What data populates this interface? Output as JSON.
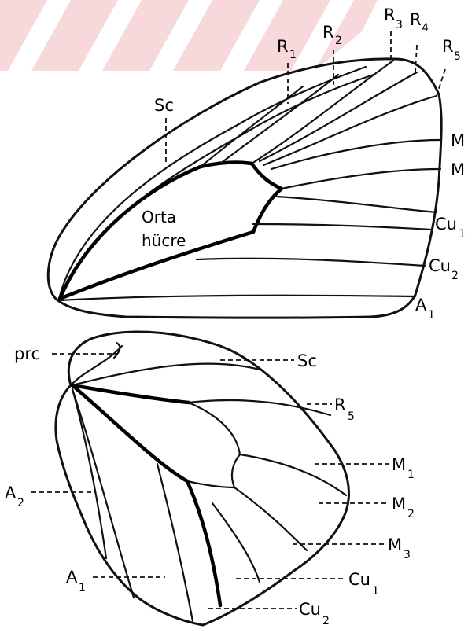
{
  "forewing": {
    "labels": {
      "sc": "Sc",
      "r1": "R",
      "r1_sub": "1",
      "r2": "R",
      "r2_sub": "2",
      "r3": "R",
      "r3_sub": "3",
      "r4": "R",
      "r4_sub": "4",
      "r5": "R",
      "r5_sub": "5",
      "m_upper": "M",
      "m_lower": "M",
      "cu1": "Cu",
      "cu1_sub": "1",
      "cu2": "Cu",
      "cu2_sub": "2",
      "a1": "A",
      "a1_sub": "1"
    },
    "cell_label_line1": "Orta",
    "cell_label_line2": "hücre"
  },
  "hindwing": {
    "labels": {
      "prc": "prc",
      "sc": "Sc",
      "r5": "R",
      "r5_sub": "5",
      "m1": "M",
      "m1_sub": "1",
      "m2": "M",
      "m2_sub": "2",
      "m3": "M",
      "m3_sub": "3",
      "cu1": "Cu",
      "cu1_sub": "1",
      "cu2": "Cu",
      "cu2_sub": "2",
      "a1": "A",
      "a1_sub": "1",
      "a2": "A",
      "a2_sub": "2"
    }
  }
}
